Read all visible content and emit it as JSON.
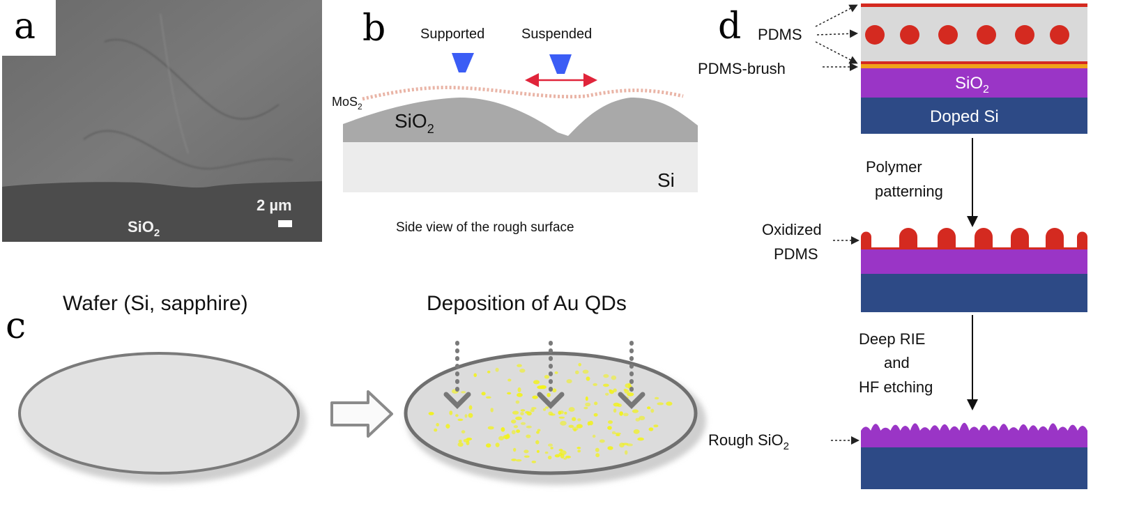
{
  "panels": {
    "a": {
      "letter": "a",
      "material_label": "SiO",
      "material_sub": "2",
      "scale_label": "2 µm"
    },
    "b": {
      "letter": "b",
      "tip_left_label": "Supported",
      "tip_right_label": "Suspended",
      "film_label": "MoS",
      "film_sub": "2",
      "oxide_label": "SiO",
      "oxide_sub": "2",
      "substrate_label": "Si",
      "caption": "Side view of the rough surface"
    },
    "c": {
      "letter": "c",
      "wafer_label": "Wafer (Si, sapphire)",
      "deposition_label": "Deposition of Au QDs"
    },
    "d": {
      "letter": "d",
      "pdms_label": "PDMS",
      "brush_label": "PDMS-brush",
      "sio2_label": "SiO",
      "sio2_sub": "2",
      "doped_label": "Doped Si",
      "step1_line1": "Polymer",
      "step1_line2": "patterning",
      "oxidized_line1": "Oxidized",
      "oxidized_line2": "PDMS",
      "step2_line1": "Deep RIE",
      "step2_line2": "and",
      "step2_line3": "HF etching",
      "rough_label": "Rough SiO",
      "rough_sub": "2"
    }
  },
  "colors": {
    "tip_blue": "#3b5df5",
    "arrow_red": "#e0243a",
    "pdms_red": "#d42a20",
    "sio2_purple": "#9a35c6",
    "doped_blue": "#2d4a86",
    "qd_yellow": "#f2f21a",
    "pdms_gray": "#d9d9d9"
  }
}
